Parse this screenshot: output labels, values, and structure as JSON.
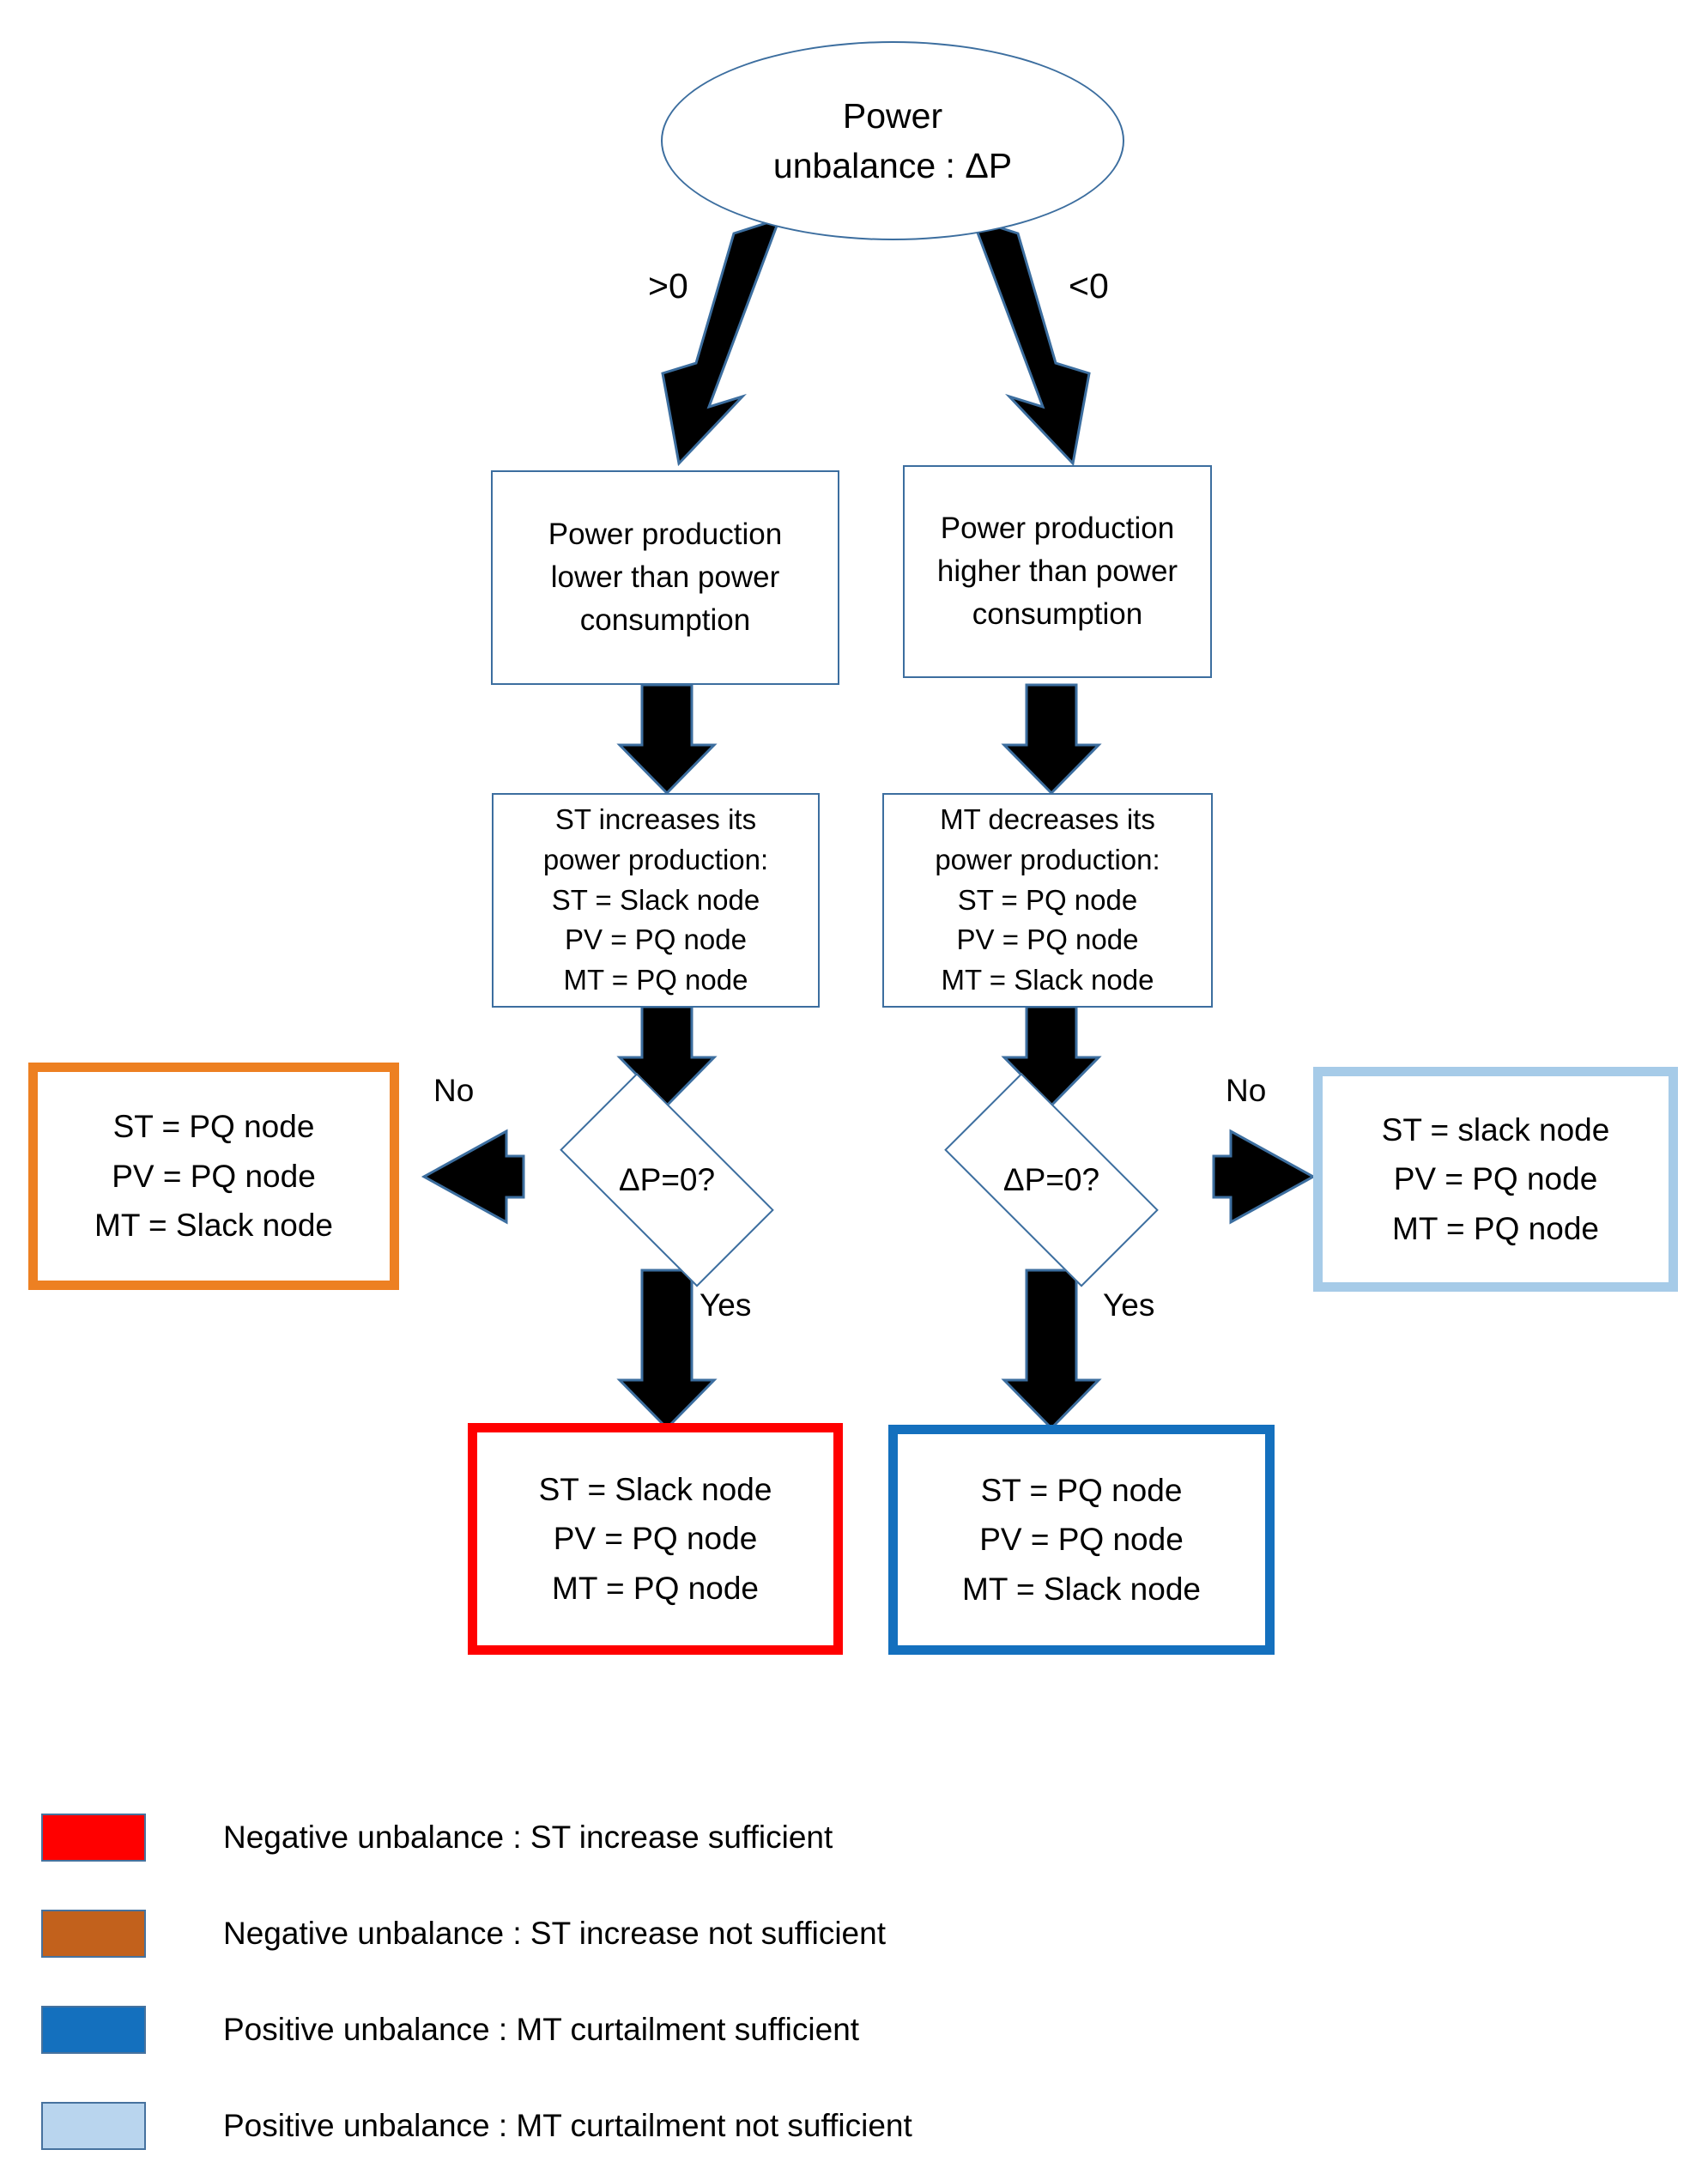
{
  "diagram": {
    "title_node": {
      "line1": "Power",
      "line2": "unbalance : ΔP"
    },
    "branch_labels": {
      "left": ">0",
      "right": "<0"
    },
    "left_branch": {
      "condition_box": {
        "line1": "Power production",
        "line2": "lower than power",
        "line3": "consumption"
      },
      "action_box": {
        "line1": "ST increases its",
        "line2": "power production:",
        "line3": "ST = Slack node",
        "line4": "PV = PQ node",
        "line5": "MT = PQ node"
      },
      "decision": "ΔP=0?",
      "no_label": "No",
      "yes_label": "Yes",
      "no_result": {
        "line1": "ST = PQ node",
        "line2": "PV = PQ node",
        "line3": "MT = Slack node"
      },
      "yes_result": {
        "line1": "ST = Slack node",
        "line2": "PV = PQ node",
        "line3": "MT = PQ node"
      }
    },
    "right_branch": {
      "condition_box": {
        "line1": "Power production",
        "line2": "higher than power",
        "line3": "consumption"
      },
      "action_box": {
        "line1": "MT decreases its",
        "line2": "power production:",
        "line3": "ST = PQ node",
        "line4": "PV = PQ node",
        "line5": "MT = Slack node"
      },
      "decision": "ΔP=0?",
      "no_label": "No",
      "yes_label": "Yes",
      "no_result": {
        "line1": "ST = slack node",
        "line2": "PV = PQ node",
        "line3": "MT = PQ node"
      },
      "yes_result": {
        "line1": "ST = PQ node",
        "line2": "PV = PQ node",
        "line3": "MT = Slack node"
      }
    }
  },
  "colors": {
    "outline_blue": "#3c6e9f",
    "red": "#FF0000",
    "orange": "#ED8022",
    "dark_blue": "#1470BE",
    "light_blue": "#A6CBE8",
    "legend_border": "#46729e",
    "arrow_fill": "#000000"
  },
  "legend": {
    "items": [
      {
        "color": "#FF0000",
        "label": "Negative unbalance : ST increase sufficient"
      },
      {
        "color": "#C2611C",
        "label": "Negative unbalance : ST increase not sufficient"
      },
      {
        "color": "#1470BE",
        "label": "Positive unbalance : MT curtailment sufficient"
      },
      {
        "color": "#B9D5EE",
        "label": "Positive unbalance : MT curtailment not sufficient"
      }
    ]
  }
}
